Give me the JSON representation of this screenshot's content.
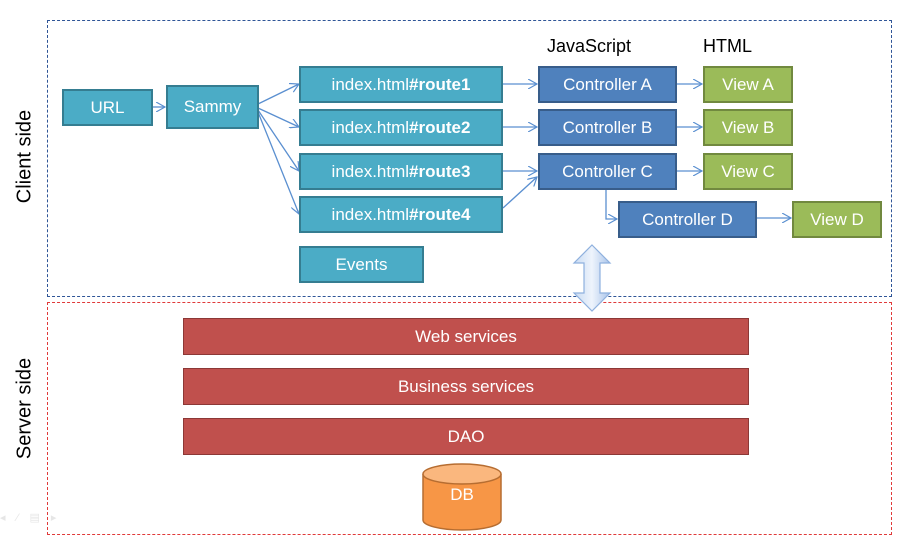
{
  "client_side_label": "Client side",
  "server_side_label": "Server side",
  "headers": {
    "javascript": "JavaScript",
    "html": "HTML"
  },
  "entry": {
    "url": "URL",
    "sammy": "Sammy"
  },
  "routes": [
    {
      "prefix": "index.html",
      "route": "#route1"
    },
    {
      "prefix": "index.html",
      "route": "#route2"
    },
    {
      "prefix": "index.html",
      "route": "#route3"
    },
    {
      "prefix": "index.html",
      "route": "#route4"
    }
  ],
  "events": "Events",
  "controllers": [
    "Controller A",
    "Controller B",
    "Controller C",
    "Controller D"
  ],
  "views": [
    "View A",
    "View B",
    "View C",
    "View D"
  ],
  "server_layers": [
    "Web services",
    "Business services",
    "DAO"
  ],
  "db": "DB",
  "colors": {
    "teal": "#4bacc6",
    "controller_blue": "#4f81bd",
    "view_green": "#9bbb59",
    "server_red": "#c0504d",
    "db_orange": "#f79646",
    "client_border": "#2f5597",
    "server_border": "#e03a3a"
  }
}
